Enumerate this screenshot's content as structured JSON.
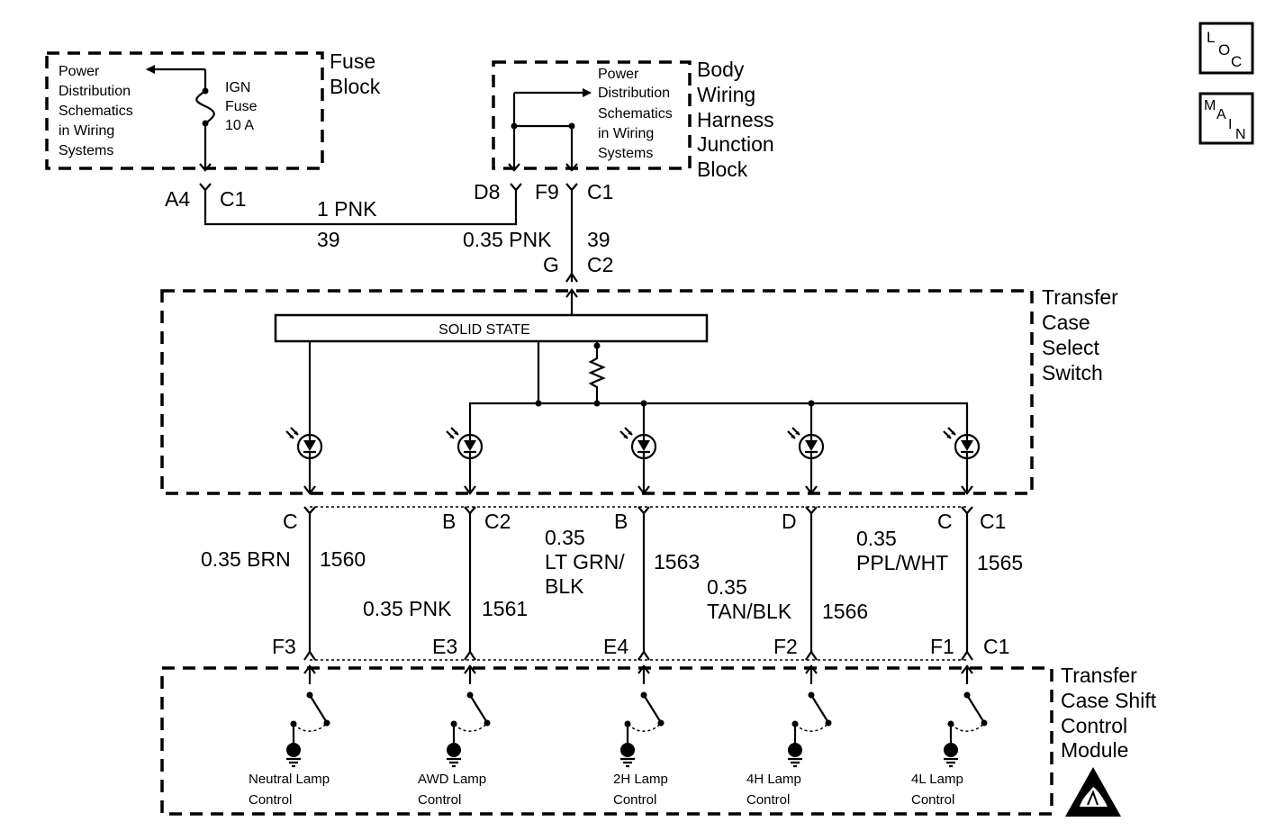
{
  "nav": {
    "loc": [
      "L",
      "O",
      "C"
    ],
    "main": [
      "M",
      "A",
      "I",
      "N"
    ]
  },
  "fuse_block": {
    "title": [
      "Fuse",
      "Block"
    ],
    "ref": [
      "Power",
      "Distribution",
      "Schematics",
      "in Wiring",
      "Systems"
    ],
    "fuse": [
      "IGN",
      "Fuse",
      "10 A"
    ],
    "pin": "A4",
    "connector": "C1"
  },
  "junction_block": {
    "title": [
      "Body",
      "Wiring",
      "Harness",
      "Junction",
      "Block"
    ],
    "ref": [
      "Power",
      "Distribution",
      "Schematics",
      "in Wiring",
      "Systems"
    ],
    "pin_left": "D8",
    "pin_right": "F9",
    "connector": "C1"
  },
  "upper_wires": {
    "wire1": {
      "gauge_color": "1 PNK",
      "circuit": "39"
    },
    "wire2": {
      "gauge_color": "0.35 PNK",
      "circuit": "39"
    }
  },
  "select_switch": {
    "title": [
      "Transfer",
      "Case",
      "Select",
      "Switch"
    ],
    "solid_state": "SOLID STATE",
    "power_pin": "G",
    "power_connector": "C2",
    "pins": [
      "C",
      "B",
      "B",
      "D",
      "C"
    ],
    "pin_connectors": [
      "C2",
      "C1"
    ]
  },
  "lower_wires": [
    {
      "gauge": "0.35 BRN",
      "circuit": "1560"
    },
    {
      "gauge": "0.35 PNK",
      "circuit": "1561"
    },
    {
      "gauge": [
        "0.35",
        "LT GRN/",
        "BLK"
      ],
      "circuit": "1563"
    },
    {
      "gauge": [
        "0.35",
        "TAN/BLK"
      ],
      "circuit": "1566"
    },
    {
      "gauge": [
        "0.35",
        "PPL/WHT"
      ],
      "circuit": "1565"
    }
  ],
  "shift_module": {
    "title": [
      "Transfer",
      "Case Shift",
      "Control",
      "Module"
    ],
    "pins": [
      "F3",
      "E3",
      "E4",
      "F2",
      "F1"
    ],
    "connector": "C1",
    "controls": [
      [
        "Neutral Lamp",
        "Control"
      ],
      [
        "AWD Lamp",
        "Control"
      ],
      [
        "2H Lamp",
        "Control"
      ],
      [
        "4H Lamp",
        "Control"
      ],
      [
        "4L Lamp",
        "Control"
      ]
    ]
  }
}
